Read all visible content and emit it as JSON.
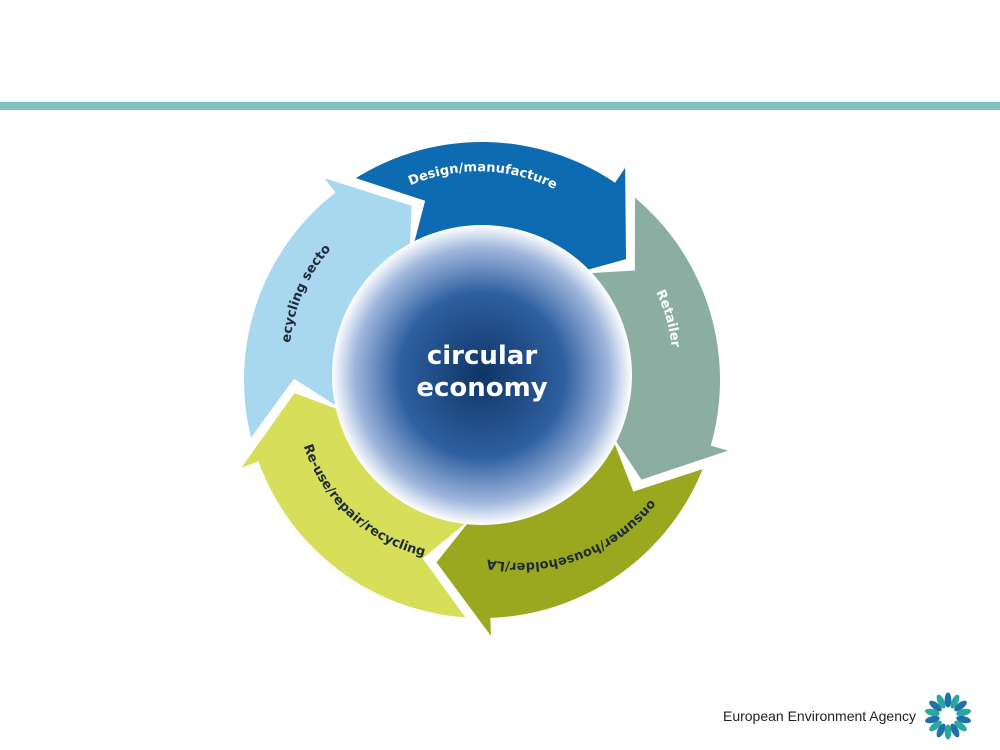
{
  "diagram": {
    "center_line1": "circular",
    "center_line2": "economy",
    "segments": [
      {
        "label": "Design/manufacture",
        "color": "#0d6bb2"
      },
      {
        "label": "Retailer",
        "color": "#8caea2"
      },
      {
        "label": "Consumer/householder/LAs",
        "color": "#9aa81f"
      },
      {
        "label": "Re-use/repair/recycling",
        "color": "#d7de5a"
      },
      {
        "label": "Recycling sector",
        "color": "#a7d8f0"
      }
    ]
  },
  "footer": {
    "org_name": "European Environment Agency"
  },
  "colors": {
    "top_rule": "#7fc3c0",
    "center_dark": "#1a3f7a",
    "center_light": "#ffffff"
  }
}
